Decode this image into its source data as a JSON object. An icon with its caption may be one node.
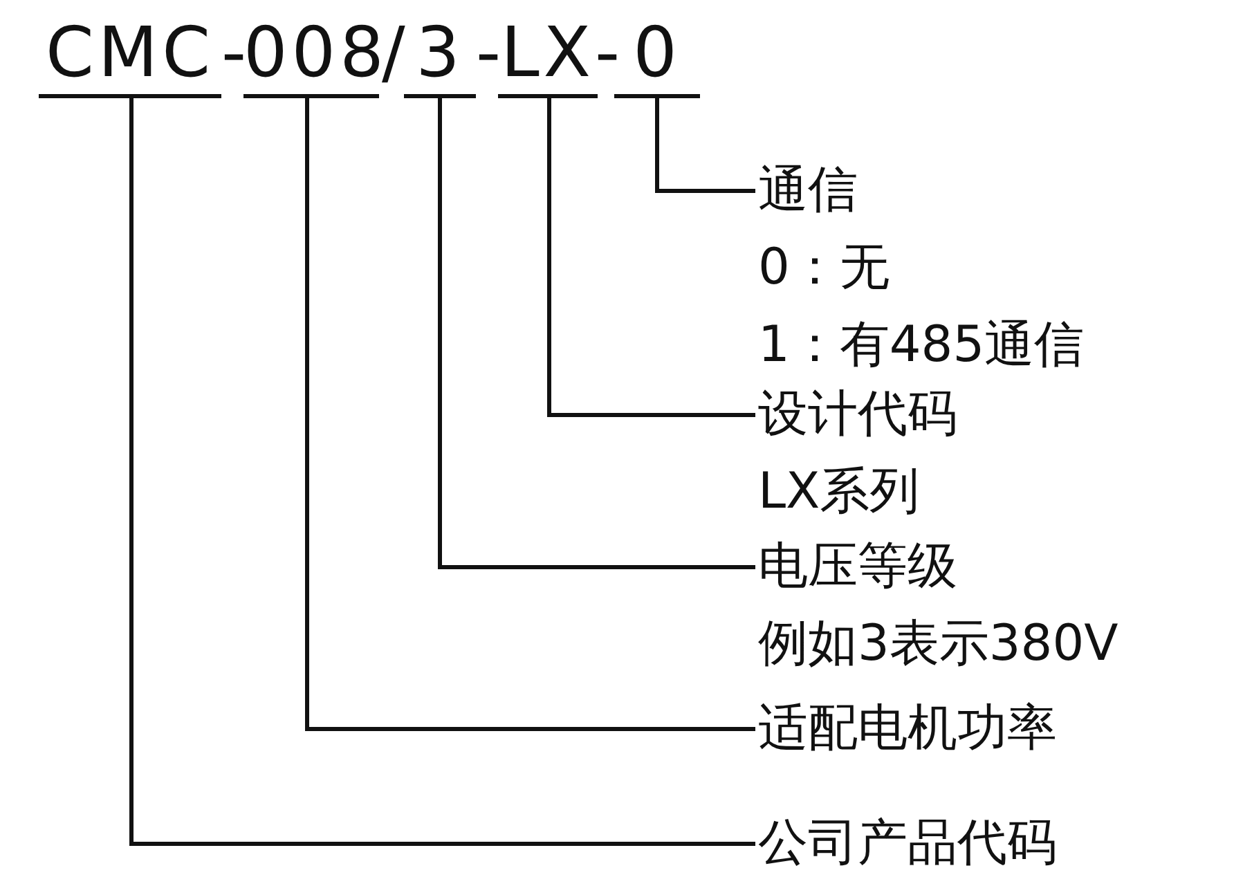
{
  "diagram": {
    "nodes": [
      {
        "text": [
          "CMC"
        ]
      },
      {
        "text": [
          "008"
        ]
      },
      {
        "text": [
          "3"
        ]
      },
      {
        "text": [
          "LX"
        ]
      },
      {
        "text": [
          "0"
        ]
      },
      {
        "text": [
          "通信",
          "0：无",
          "1：有485通信"
        ]
      },
      {
        "text": [
          "设计代码",
          "LX系列"
        ]
      },
      {
        "text": [
          "电压等级",
          "例如3表示380V"
        ]
      },
      {
        "text": [
          "适配电机功率"
        ]
      },
      {
        "text": [
          "公司产品代码"
        ]
      }
    ],
    "edges": [
      {
        "from": 4,
        "to": 5,
        "arrow": "none"
      },
      {
        "from": 3,
        "to": 6,
        "arrow": "none"
      },
      {
        "from": 2,
        "to": 7,
        "arrow": "none"
      },
      {
        "from": 1,
        "to": 8,
        "arrow": "none"
      },
      {
        "from": 0,
        "to": 9,
        "arrow": "none"
      }
    ],
    "labels": [
      "-",
      "/",
      "-",
      "-"
    ]
  }
}
